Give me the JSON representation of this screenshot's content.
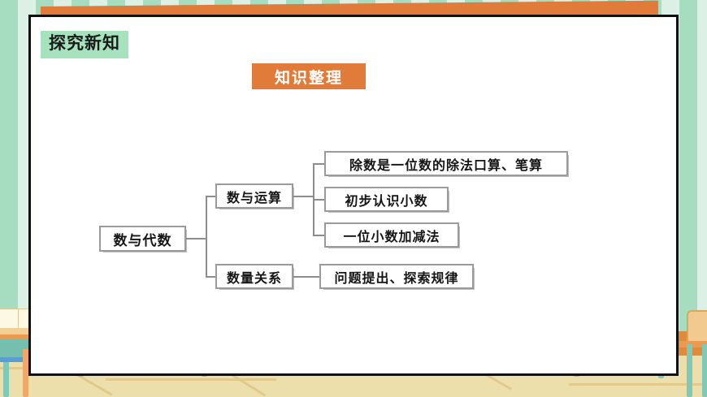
{
  "slide": {
    "section_label": "探究新知",
    "heading": "知识整理",
    "theme": {
      "mint_dark": "#a6dcbf",
      "mint_light": "#dcf0e6",
      "orange": "#e07b39",
      "chip_green": "#a6e2bd",
      "board_white": "#ffffff",
      "board_border": "#101010",
      "floor": "#ecdfab",
      "node_border": "#9a9a9a"
    }
  },
  "mindmap": {
    "root": {
      "label": "数与代数"
    },
    "branches": [
      {
        "label": "数与运算",
        "children": [
          {
            "label": "除数是一位数的除法口算、笔算"
          },
          {
            "label": "初步认识小数"
          },
          {
            "label": "一位小数加减法"
          }
        ]
      },
      {
        "label": "数量关系",
        "children": [
          {
            "label": "问题提出、探索规律"
          }
        ]
      }
    ]
  },
  "decor": {
    "book": "open-book",
    "desk_left": "student-desk",
    "chair_right": "student-chair"
  }
}
